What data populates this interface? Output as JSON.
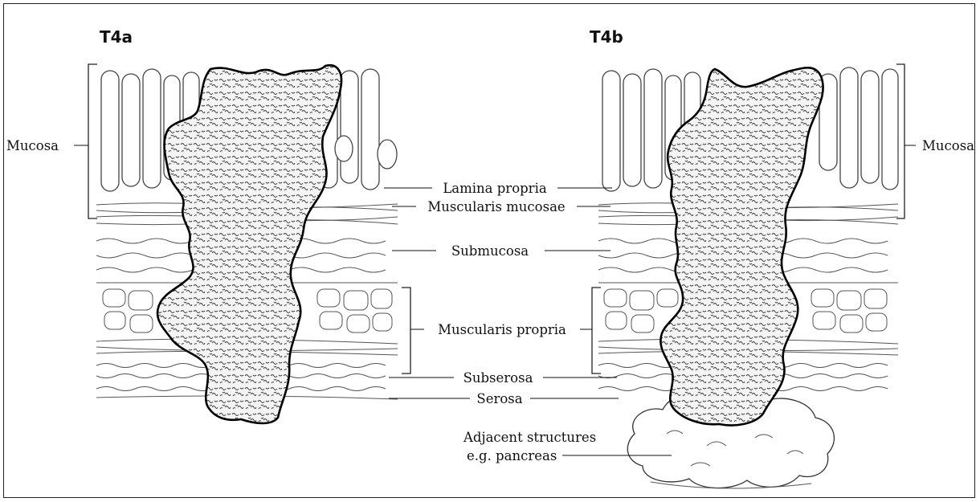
{
  "panels": {
    "left_title": "T4a",
    "right_title": "T4b"
  },
  "labels": {
    "mucosa_left": "Mucosa",
    "mucosa_right": "Mucosa",
    "lamina_propria": "Lamina propria",
    "muscularis_mucosae": "Muscularis mucosae",
    "submucosa": "Submucosa",
    "muscularis_propria": "Muscularis propria",
    "subserosa": "Subserosa",
    "serosa": "Serosa",
    "adjacent_line1": "Adjacent structures",
    "adjacent_line2": "e.g. pancreas"
  }
}
